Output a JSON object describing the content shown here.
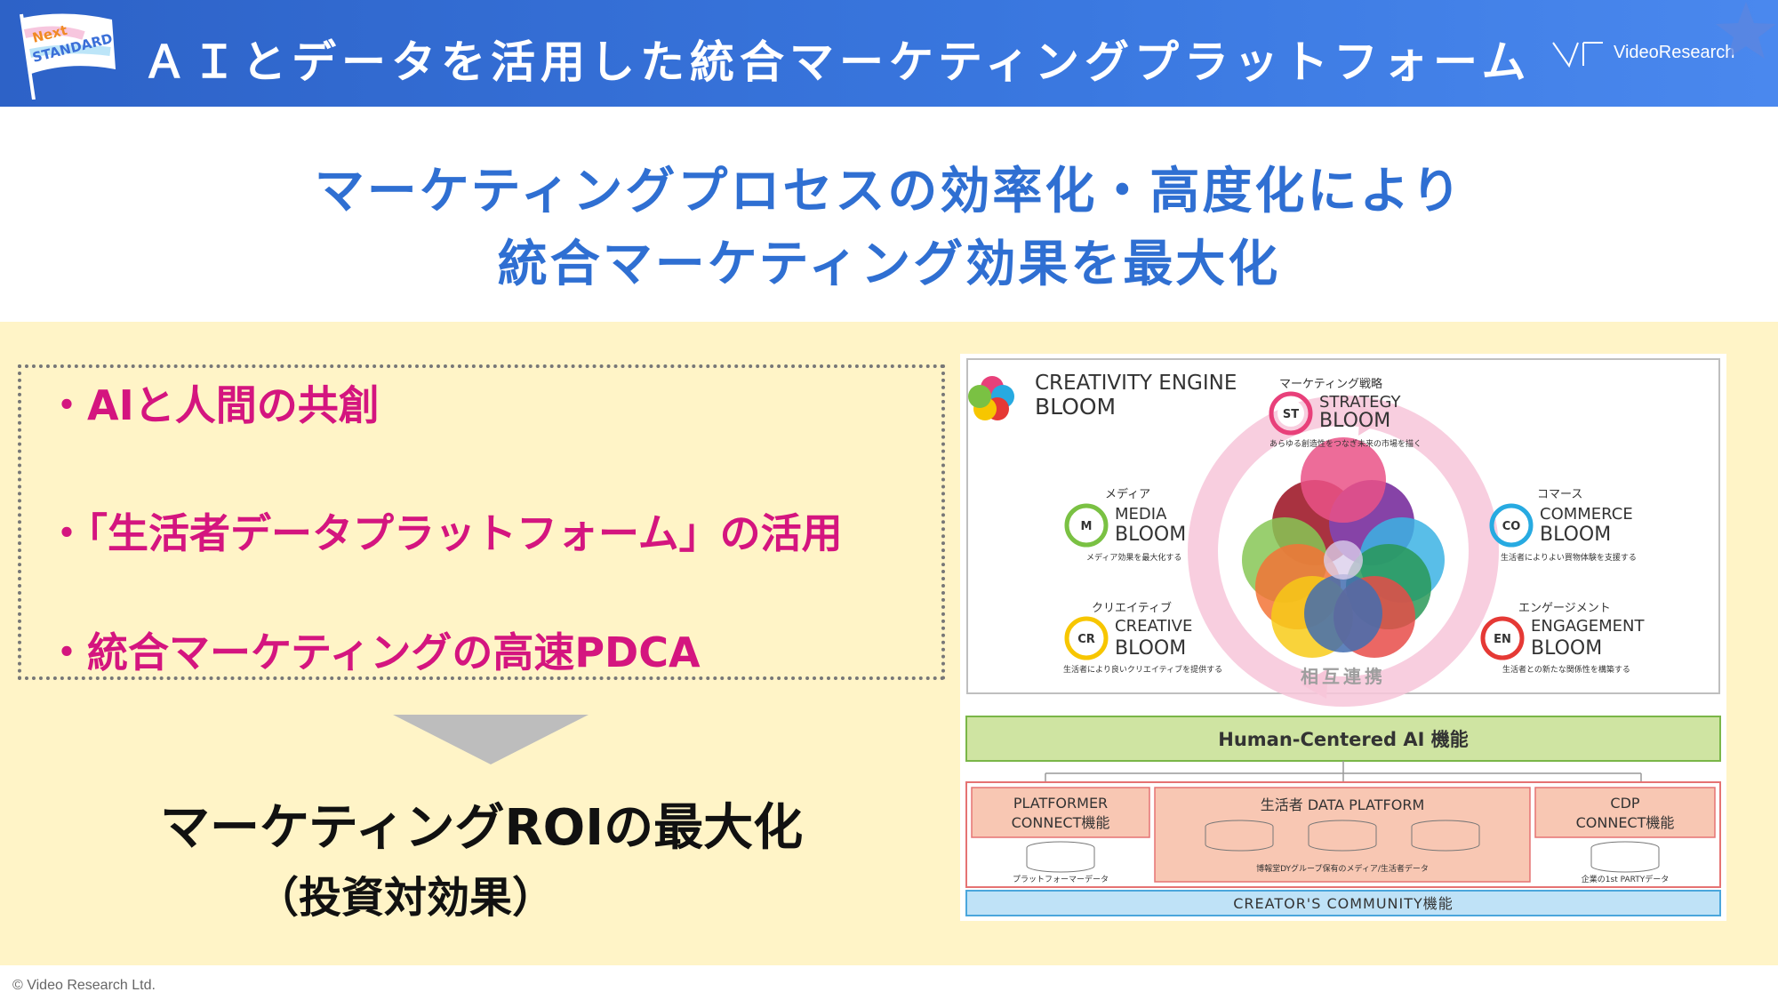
{
  "header": {
    "title": "ＡＩとデータを活用した統合マーケティングプラットフォーム",
    "flag_text": [
      "Next",
      "STANDARD"
    ],
    "brand": "VideoResearch"
  },
  "headline": {
    "line1": "マーケティングプロセスの効率化・高度化により",
    "line2": "統合マーケティング効果を最大化"
  },
  "bullets": [
    "・AIと人間の共創",
    "・「生活者データプラットフォーム」の活用",
    "・統合マーケティングの高速PDCA"
  ],
  "result": {
    "main": "マーケティングROIの最大化",
    "sub": "（投資対効果）"
  },
  "diagram": {
    "engine_title_line1": "CREATIVITY ENGINE",
    "engine_title_line2": "BLOOM",
    "center_label": "相互連携",
    "modules": [
      {
        "category": "マーケティング戦略",
        "abbr": "ST",
        "name1": "STRATEGY",
        "name2": "BLOOM",
        "desc": "あらゆる創造性をつなぎ未来の市場を描く",
        "color": "#e8407a"
      },
      {
        "category": "メディア",
        "abbr": "M",
        "name1": "MEDIA",
        "name2": "BLOOM",
        "desc": "メディア効果を最大化する",
        "color": "#7ac143"
      },
      {
        "category": "コマース",
        "abbr": "CO",
        "name1": "COMMERCE",
        "name2": "BLOOM",
        "desc": "生活者によりよい買物体験を支援する",
        "color": "#27aae1"
      },
      {
        "category": "クリエイティブ",
        "abbr": "CR",
        "name1": "CREATIVE",
        "name2": "BLOOM",
        "desc": "生活者により良いクリエイティブを提供する",
        "color": "#f7c600"
      },
      {
        "category": "エンゲージメント",
        "abbr": "EN",
        "name1": "ENGAGEMENT",
        "name2": "BLOOM",
        "desc": "生活者との新たな関係性を構築する",
        "color": "#e53935"
      }
    ],
    "ai_bar": "Human-Centered AI 機能",
    "platformer": {
      "line1": "PLATFORMER",
      "line2": "CONNECT機能",
      "caption": "プラットフォーマーデータ"
    },
    "data_platform": {
      "title": "生活者 DATA PLATFORM",
      "caption": "博報堂DYグループ保有のメディア/生活者データ"
    },
    "cdp": {
      "line1": "CDP",
      "line2": "CONNECT機能",
      "caption": "企業の1st PARTYデータ"
    },
    "community_bar": "CREATOR'S COMMUNITY機能"
  },
  "footer": "© Video Research Ltd.",
  "colors": {
    "header_blue": "#2d62c7",
    "headline_blue": "#2f6fd2",
    "bullet_magenta": "#d4157f",
    "background_yellow": "#fff4c7"
  }
}
